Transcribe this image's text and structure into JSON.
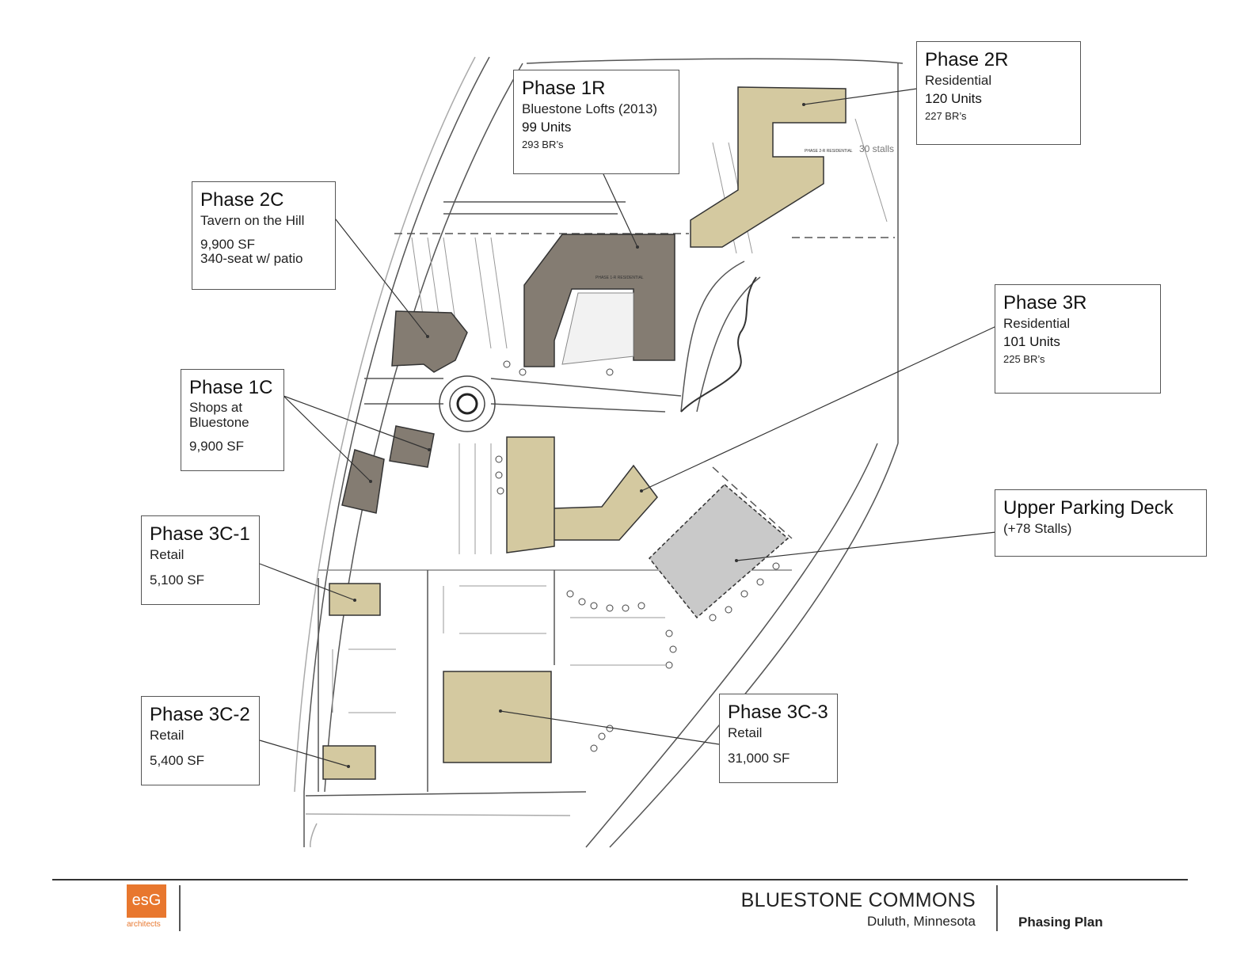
{
  "callouts": {
    "phase_1r": {
      "title": "Phase 1R",
      "subtitle": "Bluestone Lofts (2013)",
      "units": "99 Units",
      "bedrooms": "293 BR’s"
    },
    "phase_2r": {
      "title": "Phase 2R",
      "subtitle": "Residential",
      "units": "120 Units",
      "bedrooms": "227 BR’s"
    },
    "phase_2c": {
      "title": "Phase 2C",
      "subtitle": "Tavern on the Hill",
      "area": "9,900 SF",
      "detail": "340-seat w/ patio"
    },
    "phase_3r": {
      "title": "Phase 3R",
      "subtitle": "Residential",
      "units": "101 Units",
      "bedrooms": "225 BR’s"
    },
    "phase_1c": {
      "title": "Phase 1C",
      "subtitle_1": "Shops at",
      "subtitle_2": "Bluestone",
      "area": "9,900 SF"
    },
    "upper_deck": {
      "title": "Upper Parking Deck",
      "subtitle": "(+78 Stalls)"
    },
    "phase_3c1": {
      "title": "Phase 3C-1",
      "subtitle": "Retail",
      "area": "5,100 SF"
    },
    "phase_3c2": {
      "title": "Phase 3C-2",
      "subtitle": "Retail",
      "area": "5,400 SF"
    },
    "phase_3c3": {
      "title": "Phase 3C-3",
      "subtitle": "Retail",
      "area": "31,000 SF"
    }
  },
  "map_labels": {
    "phase_1r_building": "PHASE 1-R RESIDENTIAL",
    "phase_2r_building": "PHASE 2-R RESIDENTIAL",
    "stalls_30": "30 stalls"
  },
  "footer": {
    "logo": "esG",
    "logo_sub": "architects",
    "project_title": "BLUESTONE COMMONS",
    "project_location": "Duluth, Minnesota",
    "sheet_name": "Phasing Plan"
  },
  "colors": {
    "building_tan": "#d4c9a0",
    "building_gray": "#847c72",
    "deck_gray": "#c9c9c9",
    "brand_orange": "#e8772e"
  }
}
